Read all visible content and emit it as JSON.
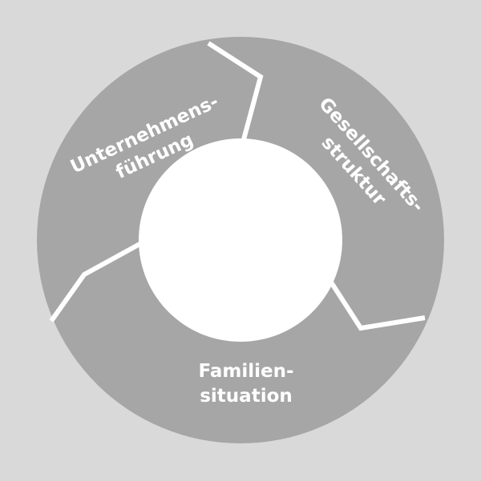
{
  "colors": {
    "background": "#d9d9d9",
    "segment_fill": "#a6a6a6",
    "center_fill": "#ffffff",
    "separator": "#ffffff",
    "label": "#ffffff"
  },
  "segments": [
    {
      "line1": "Unternehmens-",
      "line2": "führung"
    },
    {
      "line1": "Gesellschafts-",
      "line2": "struktur"
    },
    {
      "line1": "Familien-",
      "line2": "situation"
    }
  ]
}
